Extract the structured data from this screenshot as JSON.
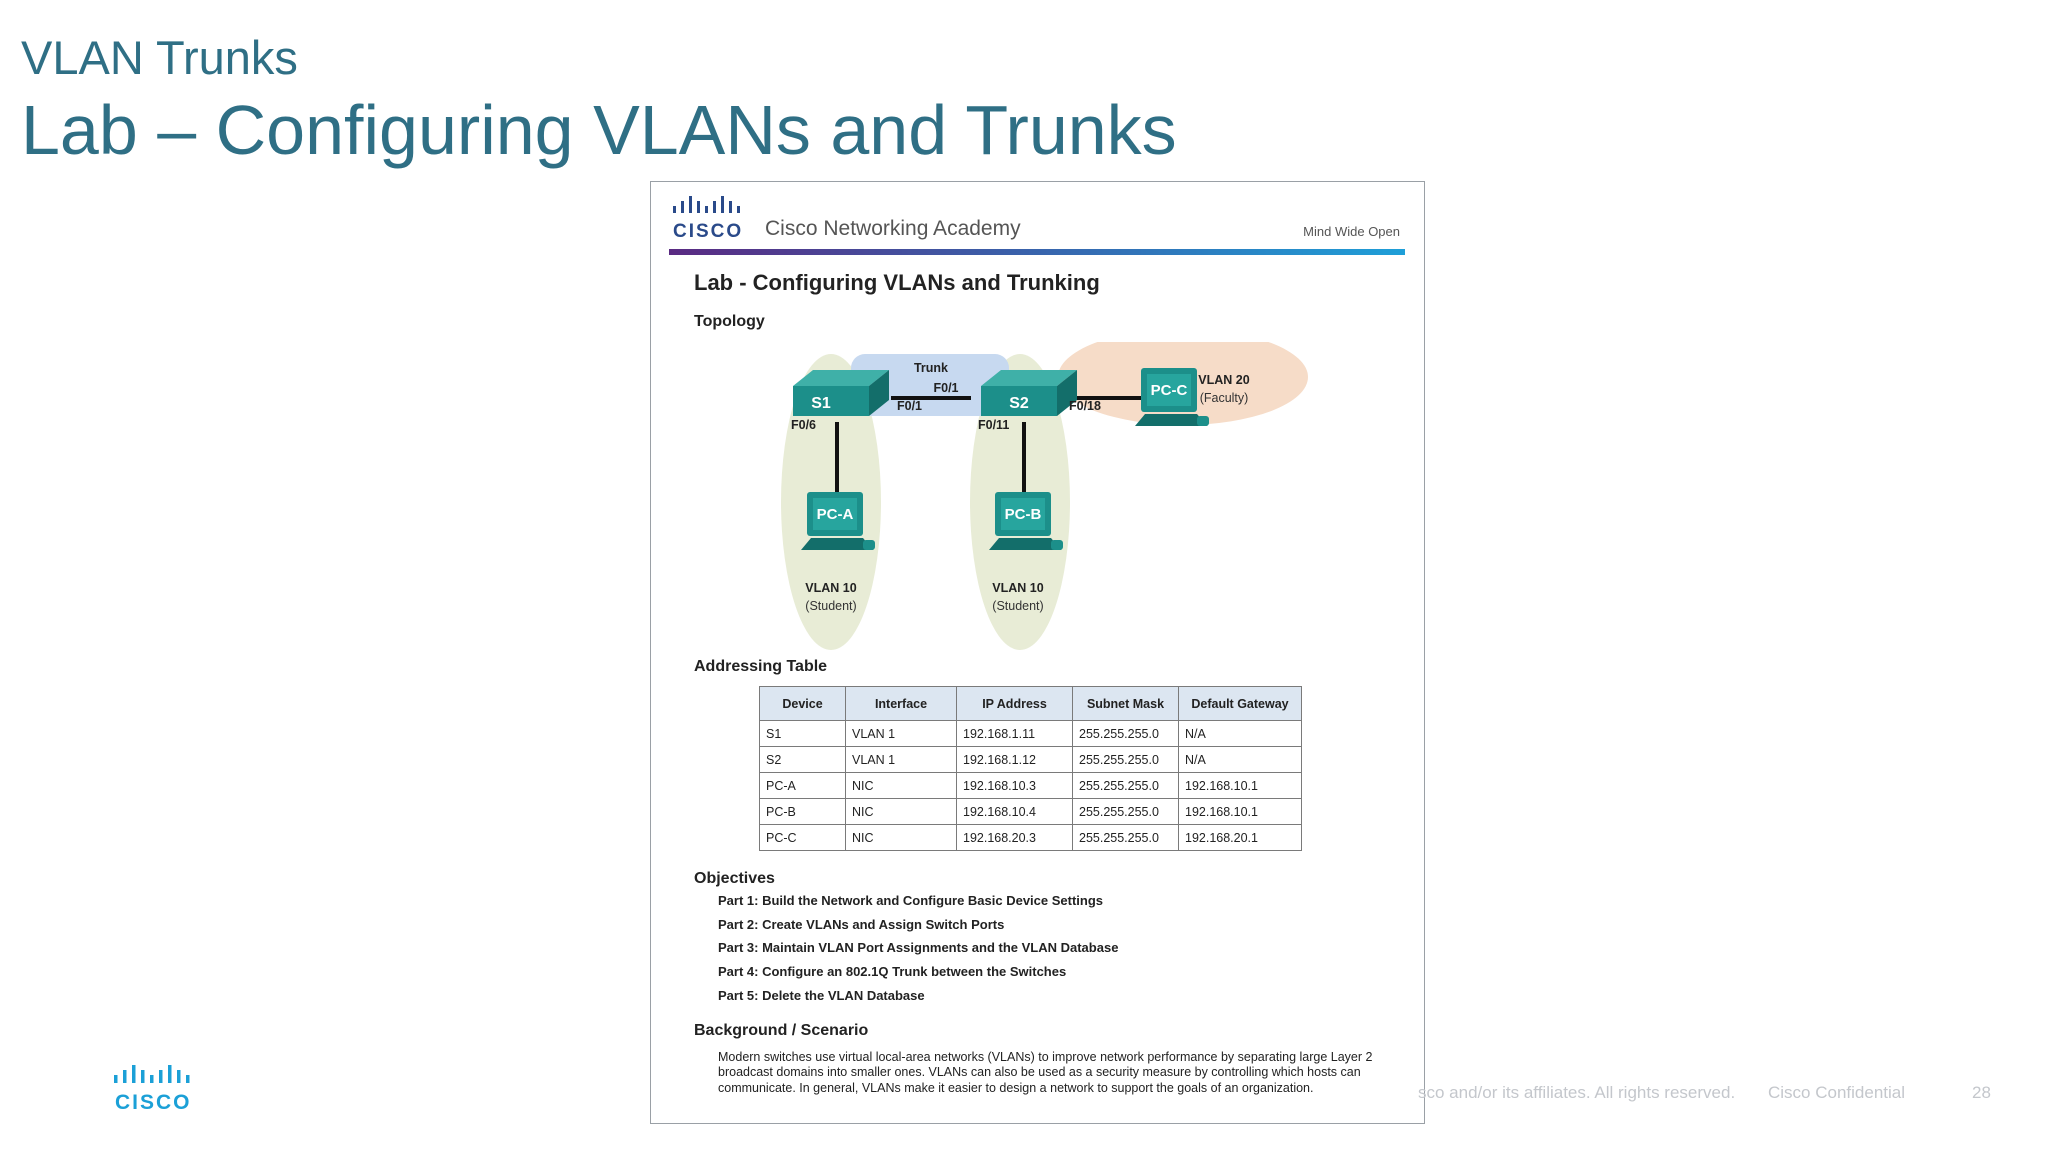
{
  "slide": {
    "subtitle": "VLAN Trunks",
    "title": "Lab – Configuring VLANs and Trunks"
  },
  "footer": {
    "logo_text": "CISCO",
    "copyright": "sco and/or its affiliates. All rights reserved.",
    "confidential": "Cisco Confidential",
    "page_number": "28"
  },
  "document": {
    "header": {
      "logo_text": "CISCO",
      "academy": "Cisco Networking Academy",
      "tagline": "Mind Wide Open"
    },
    "title": "Lab - Configuring VLANs and Trunking",
    "topology": {
      "heading": "Topology",
      "trunk_label": "Trunk",
      "switches": [
        "S1",
        "S2"
      ],
      "pcs": [
        "PC-A",
        "PC-B",
        "PC-C"
      ],
      "ports": {
        "s1_f06": "F0/6",
        "s1_f01": "F0/1",
        "s2_f01": "F0/1",
        "s2_f011": "F0/11",
        "s2_f018": "F0/18"
      },
      "vlans": [
        {
          "name": "VLAN 10",
          "role": "(Student)"
        },
        {
          "name": "VLAN 10",
          "role": "(Student)"
        },
        {
          "name": "VLAN 20",
          "role": "(Faculty)"
        }
      ],
      "colors": {
        "student_zone": "#e8ecd6",
        "faculty_zone": "#f6dcc8",
        "trunk_zone": "#c7d9f0",
        "device": "#1c8f8a"
      }
    },
    "addressing": {
      "heading": "Addressing Table",
      "columns": [
        "Device",
        "Interface",
        "IP Address",
        "Subnet Mask",
        "Default Gateway"
      ],
      "rows": [
        [
          "S1",
          "VLAN 1",
          "192.168.1.11",
          "255.255.255.0",
          "N/A"
        ],
        [
          "S2",
          "VLAN 1",
          "192.168.1.12",
          "255.255.255.0",
          "N/A"
        ],
        [
          "PC-A",
          "NIC",
          "192.168.10.3",
          "255.255.255.0",
          "192.168.10.1"
        ],
        [
          "PC-B",
          "NIC",
          "192.168.10.4",
          "255.255.255.0",
          "192.168.10.1"
        ],
        [
          "PC-C",
          "NIC",
          "192.168.20.3",
          "255.255.255.0",
          "192.168.20.1"
        ]
      ]
    },
    "objectives": {
      "heading": "Objectives",
      "items": [
        "Part 1: Build the Network and Configure Basic Device Settings",
        "Part 2: Create VLANs and Assign Switch Ports",
        "Part 3: Maintain VLAN Port Assignments and the VLAN Database",
        "Part 4: Configure an 802.1Q Trunk between the Switches",
        "Part 5: Delete the VLAN Database"
      ]
    },
    "background": {
      "heading": "Background / Scenario",
      "text": "Modern switches use virtual local-area networks (VLANs) to improve network performance by separating large Layer 2 broadcast domains into smaller ones. VLANs can also be used as a security measure by controlling which hosts can communicate. In general, VLANs make it easier to design a network to support the goals of an organization."
    }
  }
}
